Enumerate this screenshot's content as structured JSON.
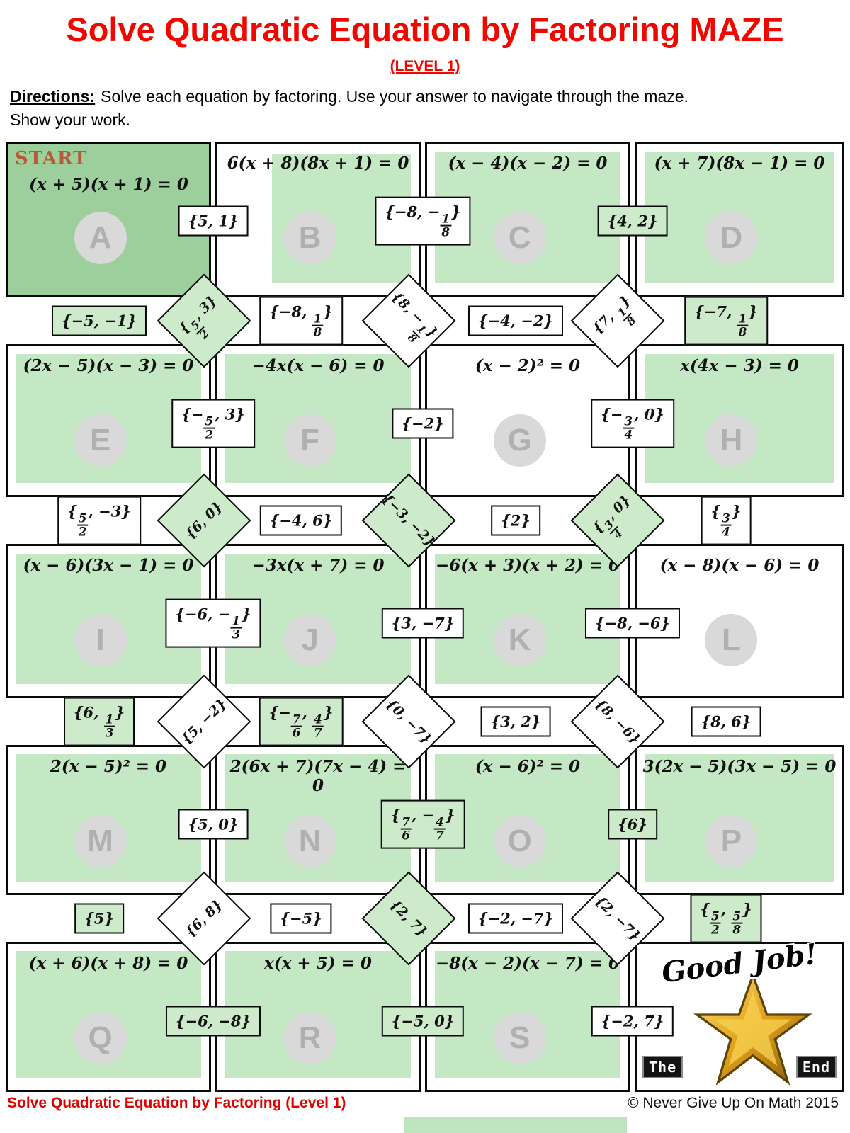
{
  "page": {
    "title": "Solve Quadratic Equation by Factoring MAZE",
    "subtitle": "(LEVEL 1)",
    "directions_label": "Directions:",
    "directions_text": "Solve each equation by factoring.  Use your answer to navigate through the maze.",
    "directions_text2": "Show your work.",
    "start_label": "START",
    "footer_left": "Solve Quadratic Equation by Factoring (Level 1)",
    "footer_right": "© Never Give Up On Math 2015"
  },
  "colors": {
    "title_red": "#f00800",
    "highlight_green": "#7dc97d",
    "box_highlight_green": "#cdeacb",
    "start_text_brown": "#b55b38"
  },
  "end_cell": {
    "message": "Good Job!",
    "the": "The",
    "end": "End",
    "icon": "star-icon"
  },
  "cells": [
    {
      "letter": "A",
      "row": 0,
      "col": 0,
      "equation": "(x + 5)(x + 1) = 0",
      "start": true,
      "highlight": true
    },
    {
      "letter": "B",
      "row": 0,
      "col": 1,
      "equation": "6(x + 8)(8x + 1) = 0",
      "highlight": true
    },
    {
      "letter": "C",
      "row": 0,
      "col": 2,
      "equation": "(x − 4)(x − 2) = 0",
      "highlight": true
    },
    {
      "letter": "D",
      "row": 0,
      "col": 3,
      "equation": "(x + 7)(8x − 1) = 0",
      "highlight": true
    },
    {
      "letter": "E",
      "row": 1,
      "col": 0,
      "equation": "(2x − 5)(x − 3) = 0",
      "highlight": true
    },
    {
      "letter": "F",
      "row": 1,
      "col": 1,
      "equation": "−4x(x − 6) = 0",
      "highlight": true
    },
    {
      "letter": "G",
      "row": 1,
      "col": 2,
      "equation": "(x − 2)² = 0",
      "highlight": false
    },
    {
      "letter": "H",
      "row": 1,
      "col": 3,
      "equation": "x(4x − 3) = 0",
      "highlight": true
    },
    {
      "letter": "I",
      "row": 2,
      "col": 0,
      "equation": "(x − 6)(3x − 1) = 0",
      "highlight": true
    },
    {
      "letter": "J",
      "row": 2,
      "col": 1,
      "equation": "−3x(x + 7) = 0",
      "highlight": true
    },
    {
      "letter": "K",
      "row": 2,
      "col": 2,
      "equation": "−6(x + 3)(x + 2) = 0",
      "highlight": true
    },
    {
      "letter": "L",
      "row": 2,
      "col": 3,
      "equation": "(x − 8)(x − 6) = 0",
      "highlight": false
    },
    {
      "letter": "M",
      "row": 3,
      "col": 0,
      "equation": "2(x − 5)² = 0",
      "highlight": true
    },
    {
      "letter": "N",
      "row": 3,
      "col": 1,
      "equation": "2(6x + 7)(7x − 4) = 0",
      "highlight": true
    },
    {
      "letter": "O",
      "row": 3,
      "col": 2,
      "equation": "(x − 6)² = 0",
      "highlight": true
    },
    {
      "letter": "P",
      "row": 3,
      "col": 3,
      "equation": "3(2x − 5)(3x − 5) = 0",
      "highlight": true
    },
    {
      "letter": "Q",
      "row": 4,
      "col": 0,
      "equation": "(x + 6)(x + 8) = 0",
      "highlight": true
    },
    {
      "letter": "R",
      "row": 4,
      "col": 1,
      "equation": "x(x + 5) = 0",
      "highlight": true
    },
    {
      "letter": "S",
      "row": 4,
      "col": 2,
      "equation": "−8(x − 2)(x − 7) = 0",
      "highlight": true
    }
  ],
  "h_connectors": [
    {
      "row": 0,
      "boundary": 0,
      "value": "{5, 1}",
      "hl": false
    },
    {
      "row": 0,
      "boundary": 1,
      "value": "{−8, −1/8}",
      "hl": false
    },
    {
      "row": 0,
      "boundary": 2,
      "value": "{4, 2}",
      "hl": true
    },
    {
      "row": 1,
      "boundary": 0,
      "value": "{−5/2, 3}",
      "hl": false
    },
    {
      "row": 1,
      "boundary": 1,
      "value": "{−2}",
      "hl": false
    },
    {
      "row": 1,
      "boundary": 2,
      "value": "{−3/4, 0}",
      "hl": false
    },
    {
      "row": 2,
      "boundary": 0,
      "value": "{−6, −1/3}",
      "hl": false
    },
    {
      "row": 2,
      "boundary": 1,
      "value": "{3, −7}",
      "hl": false
    },
    {
      "row": 2,
      "boundary": 2,
      "value": "{−8, −6}",
      "hl": false
    },
    {
      "row": 3,
      "boundary": 0,
      "value": "{5, 0}",
      "hl": false
    },
    {
      "row": 3,
      "boundary": 1,
      "value": "{7/6, −4/7}",
      "hl": true
    },
    {
      "row": 3,
      "boundary": 2,
      "value": "{6}",
      "hl": true
    },
    {
      "row": 4,
      "boundary": 0,
      "value": "{−6, −8}",
      "hl": true
    },
    {
      "row": 4,
      "boundary": 1,
      "value": "{−5, 0}",
      "hl": true
    },
    {
      "row": 4,
      "boundary": 2,
      "value": "{−2, 7}",
      "hl": false
    }
  ],
  "v_connectors": [
    {
      "gap": 0,
      "col": 0,
      "value": "{−5, −1}",
      "hl": true
    },
    {
      "gap": 0,
      "col": 1,
      "value": "{−8, 1/8}",
      "hl": false
    },
    {
      "gap": 0,
      "col": 2,
      "value": "{−4, −2}",
      "hl": false
    },
    {
      "gap": 0,
      "col": 3,
      "value": "{−7, 1/8}",
      "hl": true
    },
    {
      "gap": 1,
      "col": 0,
      "value": "{5/2, −3}",
      "hl": false
    },
    {
      "gap": 1,
      "col": 1,
      "value": "{−4, 6}",
      "hl": false
    },
    {
      "gap": 1,
      "col": 2,
      "value": "{2}",
      "hl": false
    },
    {
      "gap": 1,
      "col": 3,
      "value": "{3/4}",
      "hl": false
    },
    {
      "gap": 2,
      "col": 0,
      "value": "{6, 1/3}",
      "hl": true
    },
    {
      "gap": 2,
      "col": 1,
      "value": "{−7/6, 4/7}",
      "hl": true
    },
    {
      "gap": 2,
      "col": 2,
      "value": "{3, 2}",
      "hl": false
    },
    {
      "gap": 2,
      "col": 3,
      "value": "{8, 6}",
      "hl": false
    },
    {
      "gap": 3,
      "col": 0,
      "value": "{5}",
      "hl": true
    },
    {
      "gap": 3,
      "col": 1,
      "value": "{−5}",
      "hl": false
    },
    {
      "gap": 3,
      "col": 2,
      "value": "{−2, −7}",
      "hl": false
    },
    {
      "gap": 3,
      "col": 3,
      "value": "{5/2, 5/8}",
      "hl": true
    }
  ],
  "diamonds": [
    {
      "gap": 0,
      "boundary": 0,
      "value": "{5/2, 3}",
      "rot": -45,
      "hl": true
    },
    {
      "gap": 0,
      "boundary": 1,
      "value": "{8, −1/8}",
      "rot": 45,
      "hl": false
    },
    {
      "gap": 0,
      "boundary": 2,
      "value": "{7, 1/8}",
      "rot": -45,
      "hl": false
    },
    {
      "gap": 1,
      "boundary": 0,
      "value": "{6, 0}",
      "rot": -45,
      "hl": true
    },
    {
      "gap": 1,
      "boundary": 1,
      "value": "{−3, −2}",
      "rot": 45,
      "hl": true
    },
    {
      "gap": 1,
      "boundary": 2,
      "value": "{3/4, 0}",
      "rot": -45,
      "hl": true
    },
    {
      "gap": 2,
      "boundary": 0,
      "value": "{5, −2}",
      "rot": -45,
      "hl": false
    },
    {
      "gap": 2,
      "boundary": 1,
      "value": "{0, −7}",
      "rot": 45,
      "hl": false
    },
    {
      "gap": 2,
      "boundary": 2,
      "value": "{8, −6}",
      "rot": 45,
      "hl": false
    },
    {
      "gap": 3,
      "boundary": 0,
      "value": "{6, 8}",
      "rot": -45,
      "hl": false
    },
    {
      "gap": 3,
      "boundary": 1,
      "value": "{2, 7}",
      "rot": 45,
      "hl": true
    },
    {
      "gap": 3,
      "boundary": 2,
      "value": "{2, −7}",
      "rot": 45,
      "hl": false
    }
  ]
}
